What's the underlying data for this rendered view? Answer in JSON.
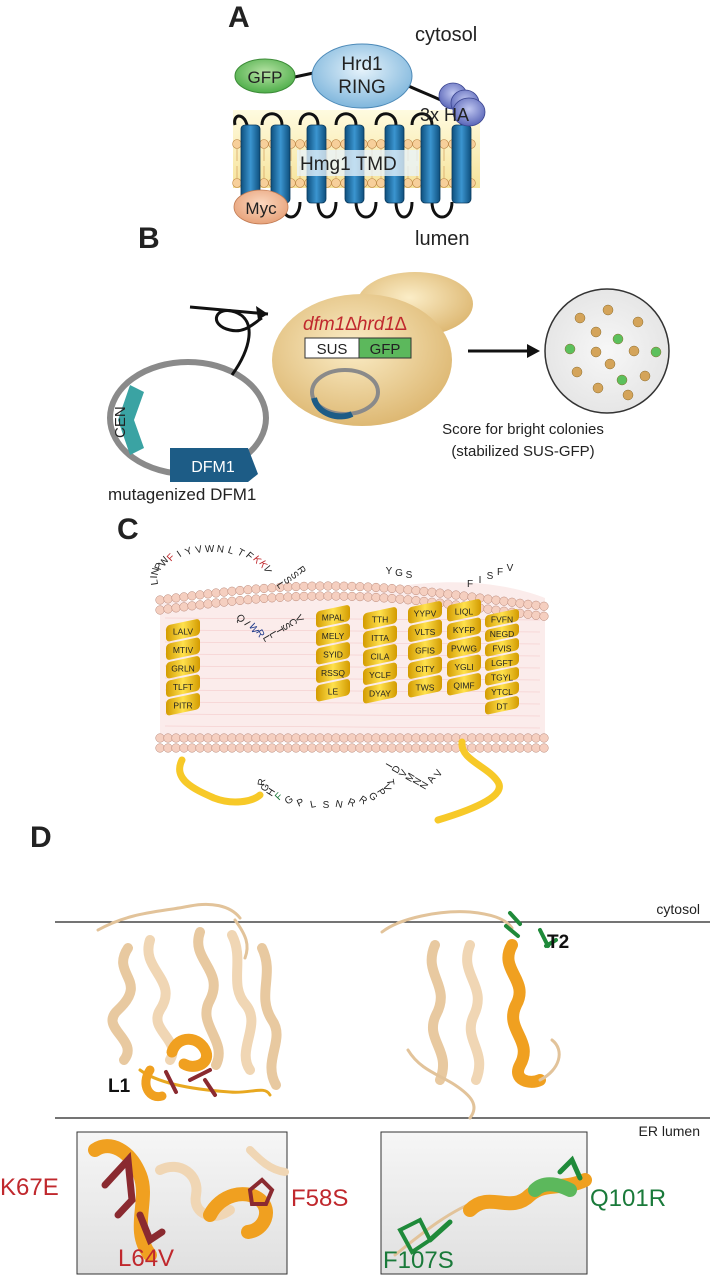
{
  "panels": {
    "a": "A",
    "b": "B",
    "c": "C",
    "d": "D"
  },
  "panel_a": {
    "cytosol": "cytosol",
    "lumen": "lumen",
    "gfp": "GFP",
    "hrd1_line1": "Hrd1",
    "hrd1_line2": "RING",
    "ha": "3x HA",
    "tmd": "Hmg1 TMD",
    "myc": "Myc"
  },
  "panel_b": {
    "strain": "dfm1∆hrd1∆",
    "sus": "SUS",
    "gfp": "GFP",
    "cen": "CEN",
    "dfm1": "DFM1",
    "plasmid": "mutagenized DFM1",
    "score_line1": "Score for bright colonies",
    "score_line2": "(stabilized SUS-GFP)"
  },
  "panel_c": {
    "loop_top": [
      "L",
      "I",
      "N",
      "P",
      "W",
      "F",
      "I",
      "Y",
      "V",
      "W",
      "N",
      "L",
      "T",
      "F",
      "K",
      "K",
      "V"
    ],
    "loop_top_colors": {
      "5": "#c0282d",
      "14": "#c0282d",
      "15": "#c0282d"
    },
    "loop_mid": [
      "Q",
      "I",
      "W",
      "R",
      "L",
      "L",
      "T",
      "S",
      "C",
      "V"
    ],
    "loop_mid_colors": {
      "2": "#1f3a8a",
      "3": "#1f3a8a"
    },
    "loop_l1_top": [
      "L",
      "S",
      "S",
      "R"
    ],
    "loop_t2": [
      "Y",
      "G",
      "S"
    ],
    "loop_t4": [
      "F",
      "I",
      "S",
      "F",
      "V"
    ],
    "loop_bottom": [
      "R",
      "G",
      "H",
      "F",
      "G",
      "P",
      "L",
      "S",
      "N",
      "R",
      "R",
      "G",
      "P",
      "V",
      "T"
    ],
    "loop_bottom_colors": {
      "3": "#1a7a3a"
    },
    "loop_bottom2": [
      "I",
      "D",
      "V",
      "M",
      "N",
      "N",
      "A",
      "V"
    ],
    "helices": [
      [
        "LALV",
        "MTIV",
        "GRLN",
        "TLFT",
        "PITR"
      ],
      [
        "MPAL",
        "MELY",
        "SYID",
        "RSSQ",
        "LE"
      ],
      [
        "TTH",
        "ITTA",
        "CILA",
        "YCLF",
        "DYAY"
      ],
      [
        "YYPV",
        "VLTS",
        "GFIS",
        "CITY",
        "TWS"
      ],
      [
        "LIQL",
        "KYFP",
        "PVWG",
        "YGLI",
        "QIMF"
      ],
      [
        "FVFN",
        "NEGD",
        "FVIS",
        "LGFT",
        "TGYL",
        "YTCL",
        "DT"
      ]
    ]
  },
  "panel_d": {
    "cytosol": "cytosol",
    "lumen": "ER lumen",
    "l1": "L1",
    "t2": "T2",
    "k67e": "K67E",
    "l64v": "L64V",
    "f58s": "F58S",
    "q101r": "Q101R",
    "f107s": "F107S"
  },
  "colors": {
    "mut_red": "#c0282d",
    "mut_green": "#1a7a3a",
    "helix_yellow": "#f5c518",
    "membrane_pink": "#f3c4b6",
    "protein_tan": "#e8c9a0",
    "highlight_orange": "#f0a020",
    "tmd_blue": "#1c6ea4"
  }
}
